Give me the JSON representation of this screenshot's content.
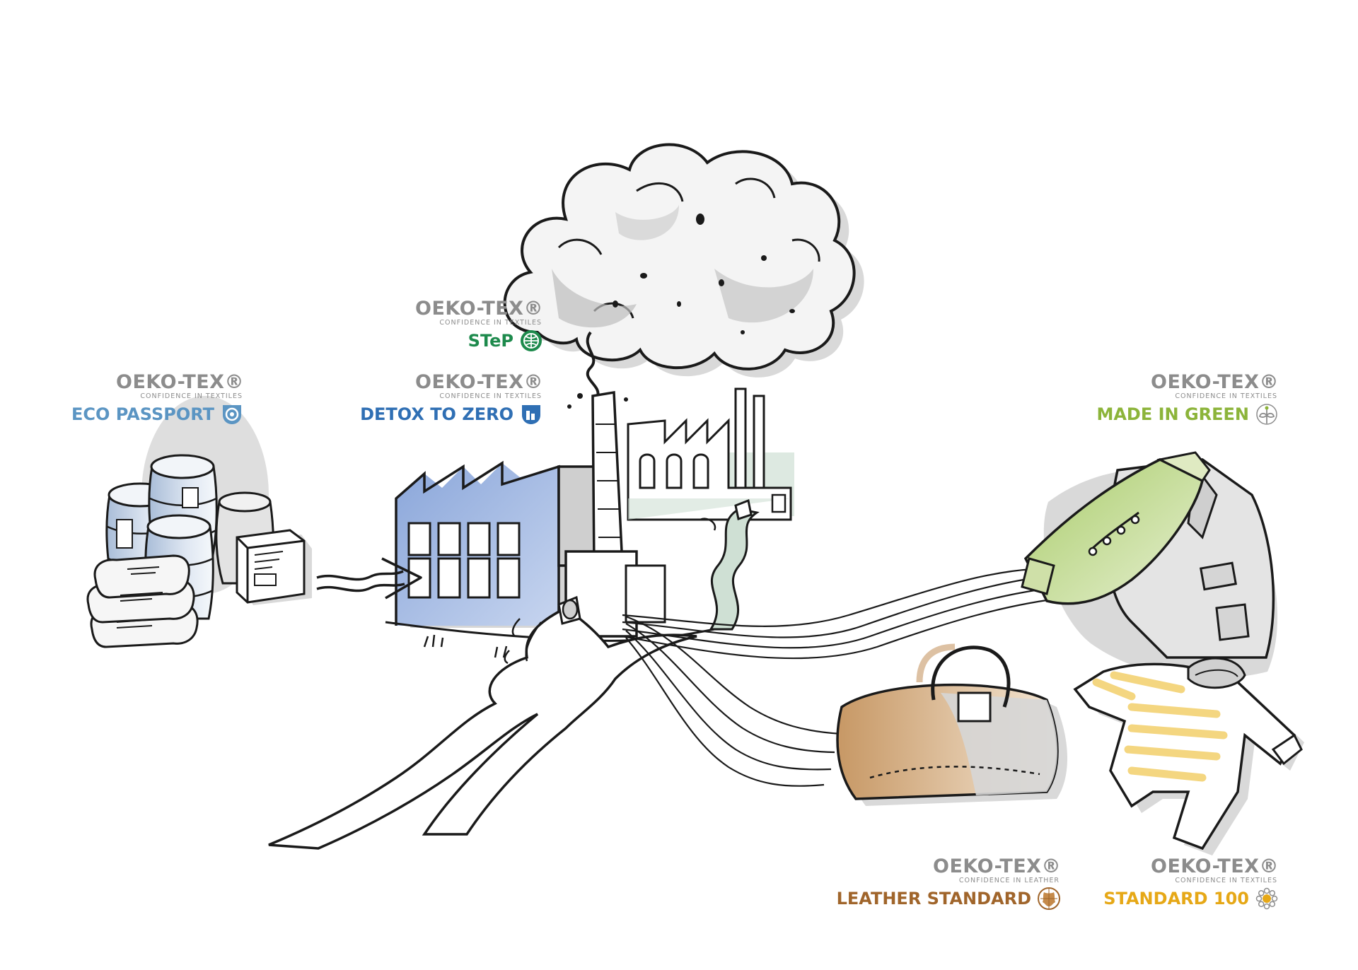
{
  "labels": {
    "eco_passport": {
      "brand": "OEKO-TEX®",
      "tagline": "CONFIDENCE IN TEXTILES",
      "product": "ECO PASSPORT",
      "color": "#5b95c3",
      "icon": "eco-passport-icon"
    },
    "step": {
      "brand": "OEKO-TEX®",
      "tagline": "CONFIDENCE IN TEXTILES",
      "product": "STeP",
      "color": "#1d8a4c",
      "icon": "globe-icon"
    },
    "detox": {
      "brand": "OEKO-TEX®",
      "tagline": "CONFIDENCE IN TEXTILES",
      "product": "DETOX TO ZERO",
      "color": "#2f6fb4",
      "icon": "detox-icon"
    },
    "made_in_green": {
      "brand": "OEKO-TEX®",
      "tagline": "CONFIDENCE IN TEXTILES",
      "product": "MADE IN GREEN",
      "color": "#8cb43a",
      "icon": "leaf-icon"
    },
    "leather": {
      "brand": "OEKO-TEX®",
      "tagline": "CONFIDENCE IN LEATHER",
      "product": "LEATHER STANDARD",
      "color": "#a0652b",
      "icon": "hide-icon"
    },
    "standard100": {
      "brand": "OEKO-TEX®",
      "tagline": "CONFIDENCE IN TEXTILES",
      "product": "STANDARD 100",
      "color": "#e6a817",
      "icon": "flower-icon"
    }
  },
  "colors": {
    "outline": "#1a1a1a",
    "shadow": "#d6d6d6",
    "blue_wash": "#9fb6de",
    "green_wash": "#cfe0d4",
    "jacket_green": "#b9d48a",
    "bag_brown": "#d8b48c",
    "stripe_yellow": "#f3cf6a"
  }
}
